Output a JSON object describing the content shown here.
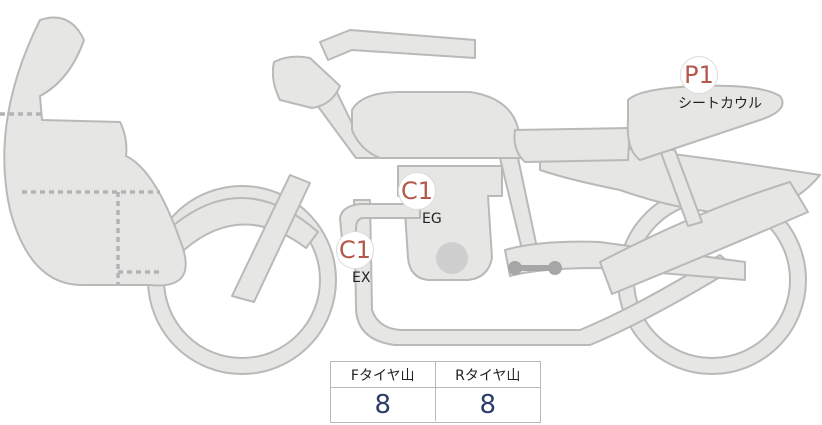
{
  "markers": {
    "seat_cowl": {
      "code": "P1",
      "label": "シートカウル"
    },
    "engine": {
      "code": "C1",
      "label": "EG"
    },
    "exhaust": {
      "code": "C1",
      "label": "EX"
    }
  },
  "tire_table": {
    "front_header": "Fタイヤ山",
    "rear_header": "Rタイヤ山",
    "front_value": "8",
    "rear_value": "8"
  },
  "colors": {
    "part_fill": "#e6e6e5",
    "part_outline": "#b9b9b8",
    "marker_text": "#b5574a",
    "value_text": "#2b3e6b"
  }
}
